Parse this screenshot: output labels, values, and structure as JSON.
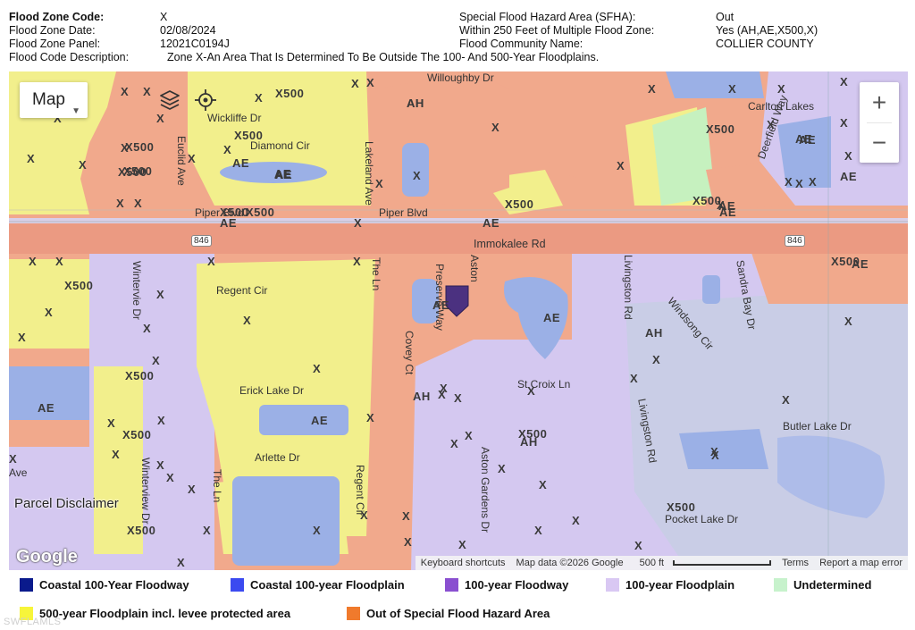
{
  "info": {
    "flood_zone_code_label": "Flood Zone Code:",
    "flood_zone_code": "X",
    "flood_zone_date_label": "Flood Zone Date:",
    "flood_zone_date": "02/08/2024",
    "flood_zone_panel_label": "Flood Zone Panel:",
    "flood_zone_panel": "12021C0194J",
    "flood_code_description_label": "Flood Code Description:",
    "flood_code_description": "Zone X-An Area That Is Determined To Be Outside The 100- And 500-Year Floodplains.",
    "sfha_label": "Special Flood Hazard Area (SFHA):",
    "sfha": "Out",
    "within_250_label": "Within 250 Feet of Multiple Flood Zone:",
    "within_250": "Yes (AH,AE,X500,X)",
    "community_label": "Flood Community Name:",
    "community": "COLLIER COUNTY"
  },
  "map": {
    "map_type_label": "Map",
    "layers_icon": "layers-icon",
    "locate_icon": "crosshair-icon",
    "zoom_in": "+",
    "zoom_out": "−",
    "disclaimer": "Parcel Disclaimer",
    "google": "Google",
    "attribution": {
      "keyboard": "Keyboard shortcuts",
      "map_data": "Map data ©2026 Google",
      "scale": "500 ft",
      "terms": "Terms",
      "report": "Report a map error"
    },
    "streets": {
      "immokalee": "Immokalee Rd",
      "piper": "Piper Blvd",
      "piper2": "Piper Blvd",
      "wickliffe": "Wickliffe Dr",
      "diamond": "Diamond Cir",
      "willoughby": "Willoughby Dr",
      "regent": "Regent Cir",
      "regent2": "Regent Cir",
      "erick": "Erick Lake Dr",
      "arlette": "Arlette Dr",
      "st_croix": "St Croix Ln",
      "livingston": "Livingston Rd",
      "livingston2": "Livingston Rd",
      "sandra": "Sandra Bay Dr",
      "butler": "Butler Lake Dr",
      "pocket": "Pocket Lake Dr",
      "carlton": "Carlton Lakes",
      "deerfield": "Deerfield Way",
      "the_ln": "The Ln",
      "the_ln2": "The Ln",
      "lakeland": "Lakeland Ave",
      "euclid": "Euclid Ave",
      "wintervie": "Wintervie Dr",
      "winterview2": "Winterview Dr",
      "preserve": "Preserve Way",
      "covey": "Covey Ct",
      "aston": "Aston",
      "aston_gardens": "Aston Gardens Dr",
      "winding": "Windsong Cir",
      "ave": "Ave",
      "road_846a": "846",
      "road_846b": "846"
    },
    "zone_labels": [
      {
        "t": "X"
      },
      {
        "t": "X"
      },
      {
        "t": "X500"
      },
      {
        "t": "X"
      },
      {
        "t": "AH"
      },
      {
        "t": "X"
      },
      {
        "t": "X"
      },
      {
        "t": "X"
      },
      {
        "t": "X500"
      },
      {
        "t": "X"
      },
      {
        "t": "AE"
      },
      {
        "t": "X"
      },
      {
        "t": "X"
      },
      {
        "t": "X500"
      },
      {
        "t": "X"
      },
      {
        "t": "AE"
      },
      {
        "t": "X500"
      },
      {
        "t": "AE"
      },
      {
        "t": "X500"
      },
      {
        "t": "X"
      },
      {
        "t": "X500"
      },
      {
        "t": "AE"
      },
      {
        "t": "AE"
      },
      {
        "t": "X"
      },
      {
        "t": "X"
      },
      {
        "t": "X"
      },
      {
        "t": "X500"
      },
      {
        "t": "X"
      },
      {
        "t": "X"
      },
      {
        "t": "X"
      },
      {
        "t": "X"
      },
      {
        "t": "X500"
      },
      {
        "t": "AE"
      },
      {
        "t": "X"
      },
      {
        "t": "X"
      },
      {
        "t": "X"
      },
      {
        "t": "X"
      },
      {
        "t": "X"
      },
      {
        "t": "X"
      },
      {
        "t": "X"
      },
      {
        "t": "AE"
      },
      {
        "t": "AE"
      },
      {
        "t": "X"
      },
      {
        "t": "X"
      },
      {
        "t": "AE"
      },
      {
        "t": "X"
      },
      {
        "t": "AH"
      },
      {
        "t": "X"
      },
      {
        "t": "X"
      },
      {
        "t": "X"
      },
      {
        "t": "AE"
      },
      {
        "t": "X500"
      },
      {
        "t": "X500"
      },
      {
        "t": "AE"
      },
      {
        "t": "X"
      },
      {
        "t": "X"
      },
      {
        "t": "X500"
      },
      {
        "t": "X"
      },
      {
        "t": "X"
      },
      {
        "t": "AH"
      },
      {
        "t": "X"
      },
      {
        "t": "X"
      },
      {
        "t": "X"
      },
      {
        "t": "X"
      },
      {
        "t": "AE"
      },
      {
        "t": "AH"
      },
      {
        "t": "X"
      },
      {
        "t": "X"
      },
      {
        "t": "X"
      },
      {
        "t": "AE"
      },
      {
        "t": "X500"
      },
      {
        "t": "X"
      },
      {
        "t": "X"
      },
      {
        "t": "AE"
      },
      {
        "t": "AE"
      },
      {
        "t": "X"
      },
      {
        "t": "X"
      },
      {
        "t": "X500"
      },
      {
        "t": "X"
      },
      {
        "t": "X"
      },
      {
        "t": "X"
      },
      {
        "t": "X"
      },
      {
        "t": "X500"
      },
      {
        "t": "X"
      },
      {
        "t": "X"
      },
      {
        "t": "X"
      },
      {
        "t": "X"
      },
      {
        "t": "X"
      },
      {
        "t": "X"
      },
      {
        "t": "X"
      },
      {
        "t": "X500"
      },
      {
        "t": "X"
      },
      {
        "t": "X"
      },
      {
        "t": "X"
      },
      {
        "t": "X"
      },
      {
        "t": "X"
      },
      {
        "t": "X"
      },
      {
        "t": "AH"
      },
      {
        "t": "X"
      },
      {
        "t": "X"
      },
      {
        "t": "X"
      },
      {
        "t": "X"
      },
      {
        "t": "X"
      },
      {
        "t": "X"
      },
      {
        "t": "X500"
      },
      {
        "t": "X"
      },
      {
        "t": "X"
      },
      {
        "t": "X"
      },
      {
        "t": "AE"
      },
      {
        "t": "X500"
      },
      {
        "t": "X"
      },
      {
        "t": "X"
      }
    ]
  },
  "legend": {
    "items": [
      {
        "label": "Coastal 100-Year Floodway",
        "color": "#0a1a8c"
      },
      {
        "label": "Coastal 100-year Floodplain",
        "color": "#3b4af0"
      },
      {
        "label": "100-year Floodway",
        "color": "#8a4fd0"
      },
      {
        "label": "100-year Floodplain",
        "color": "#d9c8f3"
      },
      {
        "label": "Undetermined",
        "color": "#c7f2cc"
      },
      {
        "label": "500-year Floodplain incl. levee protected area",
        "color": "#f7f53a"
      },
      {
        "label": "Out of Special Flood Hazard Area",
        "color": "#f07a2c"
      }
    ]
  },
  "watermark": "SWFLAMLS",
  "colors": {
    "x_zone": "#f1a98c",
    "x500_zone": "#f2ef8c",
    "floodplain_100": "#d4c8f0",
    "ae_water": "#9bb0e6",
    "marker": "#4b3180",
    "undetermined": "#c6f1bf"
  }
}
